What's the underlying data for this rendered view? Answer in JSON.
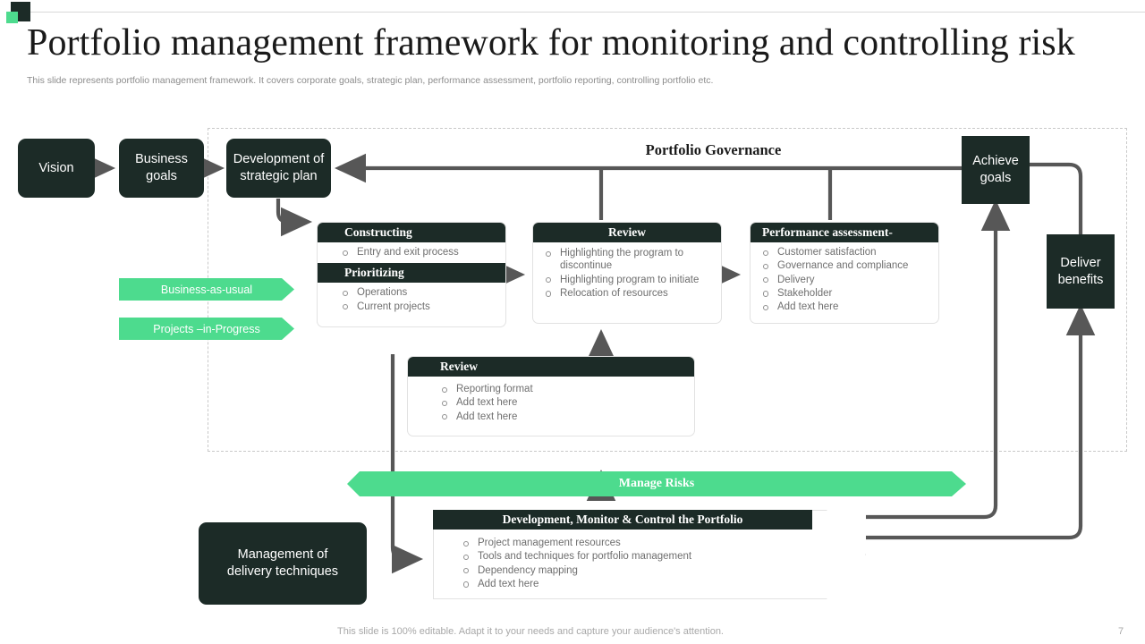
{
  "header": {
    "title": "Portfolio management framework for monitoring and controlling risk",
    "subtitle": "This slide represents portfolio management framework. It covers corporate goals, strategic plan, performance assessment, portfolio reporting, controlling portfolio etc.",
    "logo_icon": "logo-squares-icon"
  },
  "governance": {
    "title": "Portfolio Governance"
  },
  "nodes": {
    "vision": "Vision",
    "business_goals": "Business\ngoals",
    "strategic_plan": "Development of\nstrategic plan",
    "achieve_goals": "Achieve\ngoals",
    "deliver_benefits": "Deliver\nbenefits",
    "management_delivery": "Management of\ndelivery techniques"
  },
  "banners": {
    "business_as_usual": "Business-as-usual",
    "projects_in_progress": "Projects –in-Progress",
    "manage_risks": "Manage Risks"
  },
  "cards": {
    "constructing": {
      "title": "Constructing",
      "items": [
        "Entry and exit process"
      ]
    },
    "prioritizing": {
      "title": "Prioritizing",
      "items": [
        "Operations",
        "Current projects"
      ]
    },
    "review_top": {
      "title": "Review",
      "items": [
        "Highlighting the program to discontinue",
        "Highlighting program to initiate",
        "Relocation of resources"
      ]
    },
    "performance_assessment": {
      "title": "Performance assessment-",
      "items": [
        "Customer satisfaction",
        "Governance and compliance",
        "Delivery",
        "Stakeholder",
        "Add text here"
      ]
    },
    "review_bottom": {
      "title": "Review",
      "items": [
        "Reporting format",
        "Add text here",
        "Add text here"
      ]
    },
    "development_monitor": {
      "title": "Development, Monitor & Control the Portfolio",
      "items": [
        "Project management resources",
        "Tools and techniques for portfolio management",
        "Dependency mapping",
        "Add text here"
      ]
    }
  },
  "footer": {
    "note": "This slide is 100% editable. Adapt it to your needs and capture your audience's attention.",
    "page_number": "7"
  },
  "colors": {
    "dark": "#1c2b27",
    "green": "#4ddb8e",
    "connector": "#575757",
    "muted_text": "#6f6f6f"
  }
}
